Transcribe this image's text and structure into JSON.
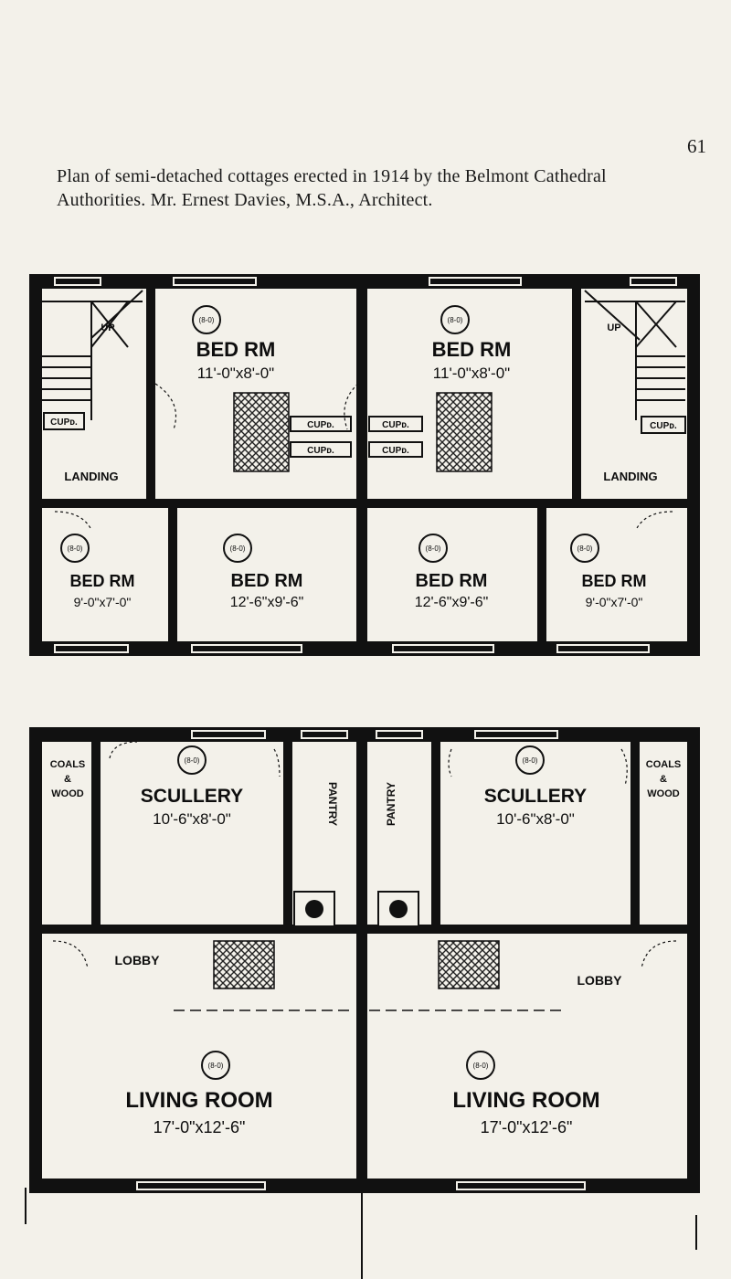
{
  "page_number": "61",
  "caption": "Plan of semi-detached cottages erected in 1914 by the Belmont Cathedral Authorities. Mr. Ernest Davies, M.S.A., Architect.",
  "upper_floor": {
    "front_bedrooms": [
      {
        "name": "BED RM",
        "size": "11'-0\"x8'-0\"",
        "fireplace": "(8-0)"
      },
      {
        "name": "BED RM",
        "size": "11'-0\"x8'-0\"",
        "fireplace": "(8-0)"
      }
    ],
    "rear_bedrooms": [
      {
        "name": "BED RM",
        "size": "9'-0\"x7'-0\"",
        "fireplace": "(8-0)"
      },
      {
        "name": "BED RM",
        "size": "12'-6\"x9'-6\"",
        "fireplace": "(8-0)"
      },
      {
        "name": "BED RM",
        "size": "12'-6\"x9'-6\"",
        "fireplace": "(8-0)"
      },
      {
        "name": "BED RM",
        "size": "9'-0\"x7'-0\"",
        "fireplace": "(8-0)"
      }
    ],
    "landing_left": "LANDING",
    "landing_right": "LANDING",
    "stair_up_left": "UP",
    "stair_up_right": "UP",
    "cupboards": [
      "CUPᴅ.",
      "CUPᴅ.",
      "CUPᴅ.",
      "CUPᴅ.",
      "CUPᴅ.",
      "CUPᴅ."
    ]
  },
  "ground_floor": {
    "sculleries": [
      {
        "name": "SCULLERY",
        "size": "10'-6\"x8'-0\"",
        "fireplace": "(8-0)"
      },
      {
        "name": "SCULLERY",
        "size": "10'-6\"x8'-0\"",
        "fireplace": "(8-0)"
      }
    ],
    "living_rooms": [
      {
        "name": "LIVING ROOM",
        "size": "17'-0\"x12'-6\"",
        "fireplace": "(8-0)"
      },
      {
        "name": "LIVING ROOM",
        "size": "17'-0\"x12'-6\"",
        "fireplace": "(8-0)"
      }
    ],
    "lobby_left": "LOBBY",
    "lobby_right": "LOBBY",
    "pantry_left": "PANTRY",
    "pantry_right": "PANTRY",
    "coal_wood_left": [
      "COALS",
      "&",
      "WOOD"
    ],
    "coal_wood_right": [
      "COALS",
      "&",
      "WOOD"
    ]
  }
}
